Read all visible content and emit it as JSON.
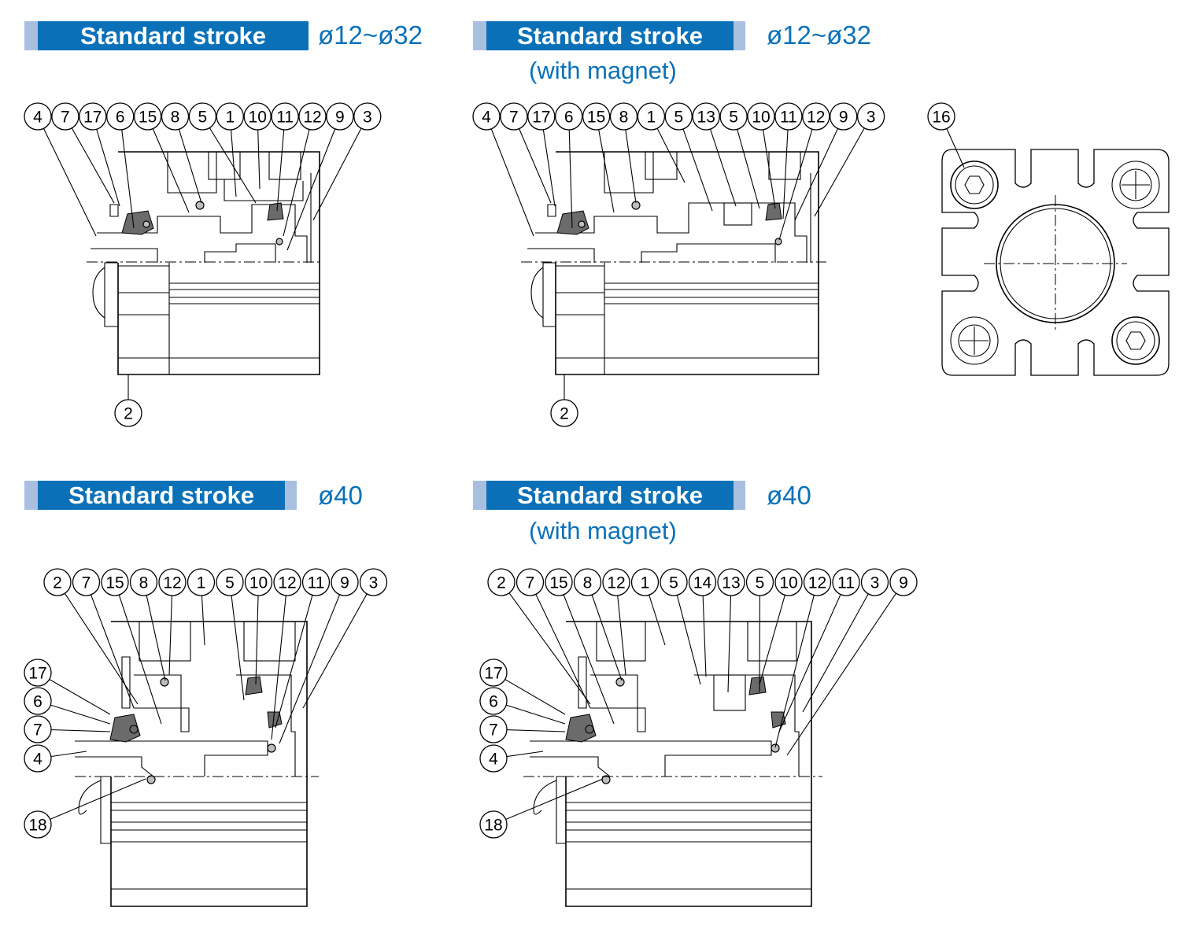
{
  "colors": {
    "banner_dark": "#0a71b9",
    "banner_light": "#a9bfe0",
    "accent_text": "#0a71b9"
  },
  "panels": [
    {
      "title": "Standard stroke",
      "size": "ø12~ø32",
      "subtitle": "",
      "top_callouts": [
        "4",
        "7",
        "17",
        "6",
        "15",
        "8",
        "5",
        "1",
        "10",
        "11",
        "12",
        "9",
        "3"
      ],
      "bottom_callouts": [
        "2"
      ],
      "side_callouts": []
    },
    {
      "title": "Standard stroke",
      "size": "ø12~ø32",
      "subtitle": "(with magnet)",
      "top_callouts": [
        "4",
        "7",
        "17",
        "6",
        "15",
        "8",
        "1",
        "5",
        "13",
        "5",
        "10",
        "11",
        "12",
        "9",
        "3"
      ],
      "bottom_callouts": [
        "2"
      ],
      "side_callouts": []
    },
    {
      "title": "Standard stroke",
      "size": "ø40",
      "subtitle": "",
      "top_callouts": [
        "2",
        "7",
        "15",
        "8",
        "12",
        "1",
        "5",
        "10",
        "12",
        "11",
        "9",
        "3"
      ],
      "bottom_callouts": [],
      "side_callouts": [
        "17",
        "6",
        "7",
        "4",
        "18"
      ]
    },
    {
      "title": "Standard stroke",
      "size": "ø40",
      "subtitle": "(with magnet)",
      "top_callouts": [
        "2",
        "7",
        "15",
        "8",
        "12",
        "1",
        "5",
        "14",
        "13",
        "5",
        "10",
        "12",
        "11",
        "3",
        "9"
      ],
      "bottom_callouts": [],
      "side_callouts": [
        "17",
        "6",
        "7",
        "4",
        "18"
      ]
    }
  ],
  "end_view": {
    "callout": "16"
  }
}
